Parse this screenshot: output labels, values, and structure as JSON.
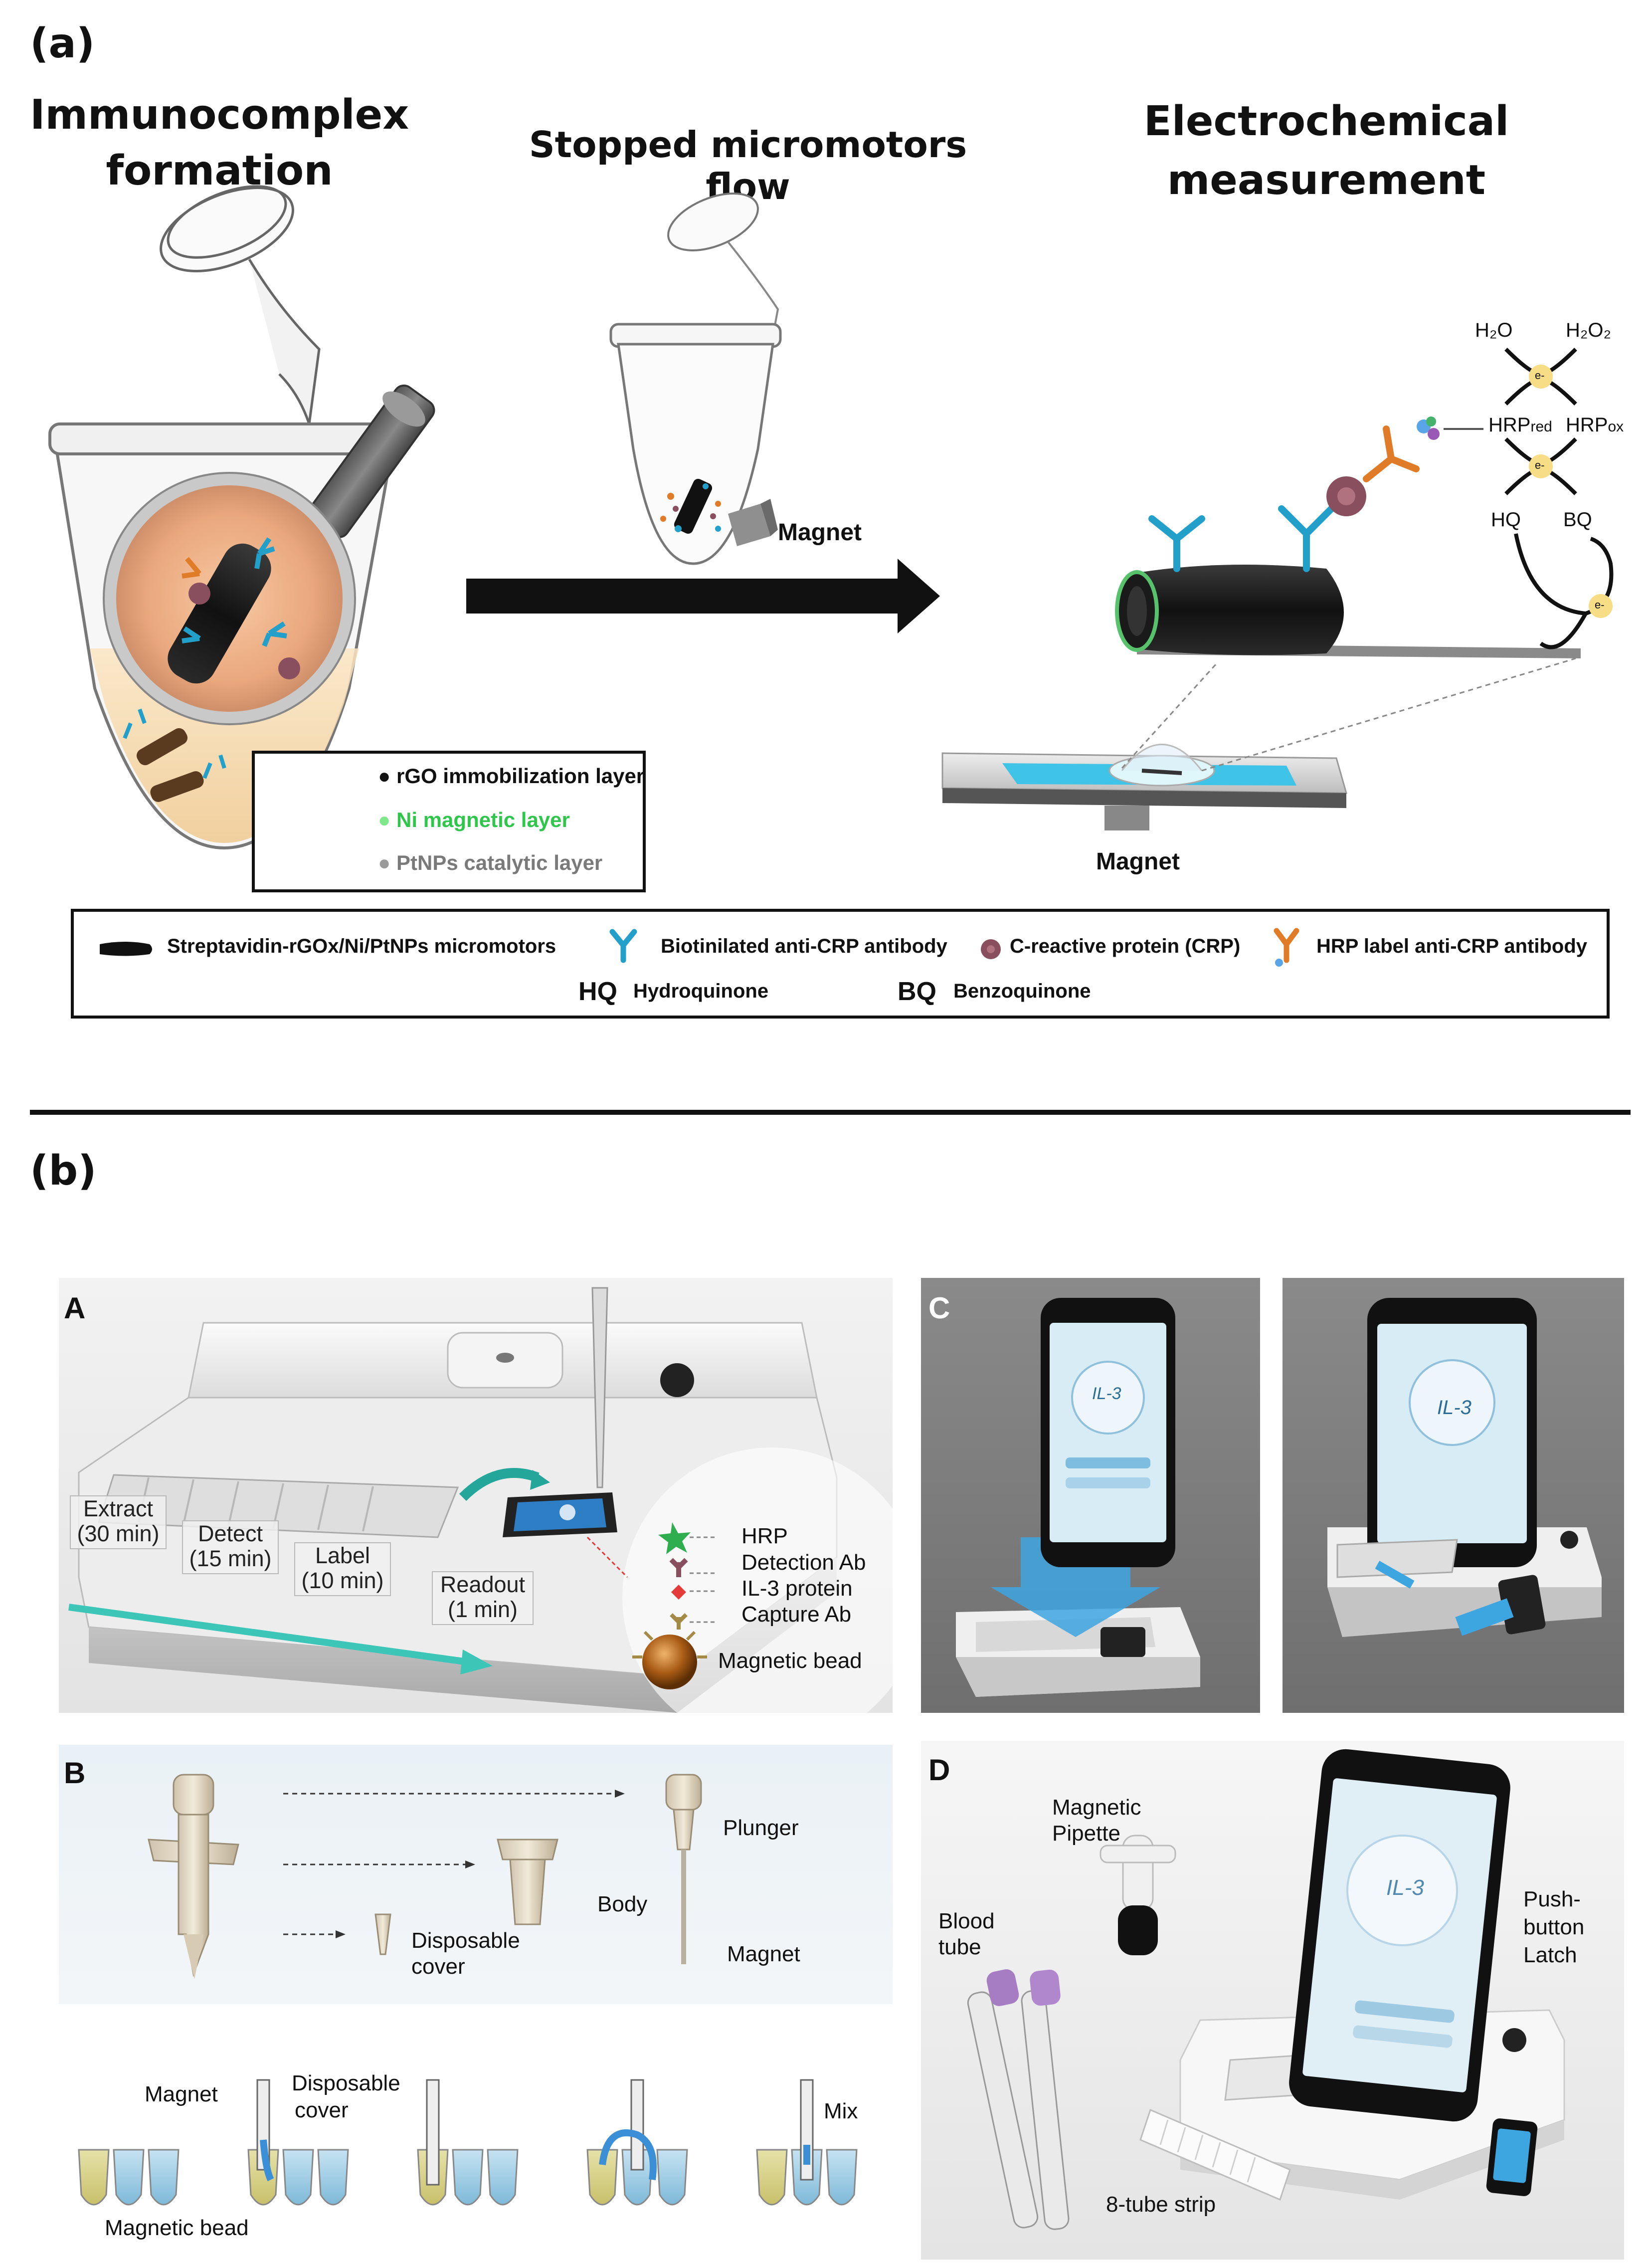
{
  "panel_a": {
    "label": "(a)",
    "headings": {
      "immuno": [
        "Immunocomplex",
        "formation"
      ],
      "stopped": "Stopped micromotors flow",
      "electro": [
        "Electrochemical",
        "measurement"
      ]
    },
    "magnet_label_1": "Magnet",
    "magnet_label_2": "Magnet",
    "layers": [
      {
        "text": "rGO immobilization layer",
        "color": "#111111"
      },
      {
        "text": "Ni  magnetic layer",
        "color": "#2fc64b"
      },
      {
        "text": "PtNPs catalytic layer",
        "color": "#7a7a7a"
      }
    ],
    "reaction": {
      "h2o": "H₂O",
      "h2o2": "H₂O₂",
      "hrp_red_main": "HRP",
      "hrp_red_sub": "red",
      "hrp_ox_main": "HRP",
      "hrp_ox_sub": "ox",
      "hq": "HQ",
      "bq": "BQ",
      "electron": "e-"
    },
    "legend": {
      "micromotor": "Streptavidin-rGOx/Ni/PtNPs micromotors",
      "biotin_ab": "Biotinilated anti-CRP antibody",
      "crp": "C-reactive protein (CRP)",
      "hrp_ab": "HRP label anti-CRP antibody",
      "hq_abbr": "HQ",
      "hq_full": "Hydroquinone",
      "bq_abbr": "BQ",
      "bq_full": "Benzoquinone"
    }
  },
  "panel_b": {
    "label": "(b)",
    "sub_A": {
      "letter": "A",
      "steps": [
        {
          "name": "Extract",
          "time": "(30 min)"
        },
        {
          "name": "Detect",
          "time": "(15 min)"
        },
        {
          "name": "Label",
          "time": "(10 min)"
        },
        {
          "name": "Readout",
          "time": "(1 min)"
        }
      ],
      "components": [
        "HRP",
        "Detection Ab",
        "IL-3 protein",
        "Capture Ab"
      ],
      "bead": "Magnetic bead"
    },
    "sub_B": {
      "letter": "B",
      "parts": {
        "plunger": "Plunger",
        "body": "Body",
        "magnet": "Magnet",
        "cover": [
          "Disposable",
          "cover"
        ]
      },
      "seq": {
        "magnet": "Magnet",
        "cover": [
          "Disposable",
          "cover"
        ],
        "bead": "Magnetic bead",
        "mix": "Mix"
      }
    },
    "sub_C": {
      "letter": "C",
      "screen_text": "IL-3"
    },
    "sub_D": {
      "letter": "D",
      "pipette": [
        "Magnetic",
        "Pipette"
      ],
      "tube": [
        "Blood",
        "tube"
      ],
      "latch": [
        "Push-",
        "button",
        "Latch"
      ],
      "strip": "8-tube strip",
      "screen_text": "IL-3"
    }
  }
}
